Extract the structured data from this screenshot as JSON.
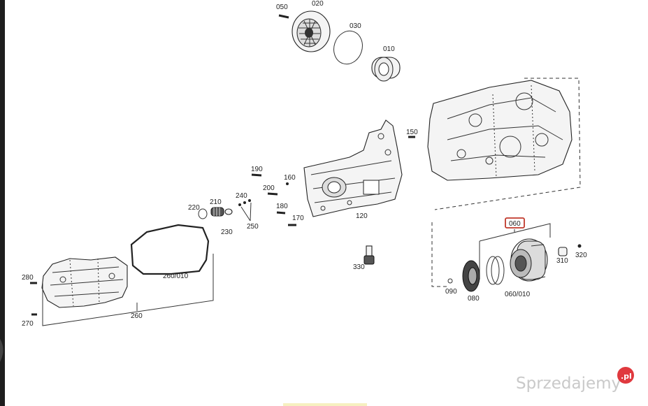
{
  "diagram": {
    "labels": {
      "p050": "050",
      "p020": "020",
      "p030": "030",
      "p010": "010",
      "p150": "150",
      "p190": "190",
      "p160": "160",
      "p200": "200",
      "p240": "240",
      "p210": "210",
      "p220": "220",
      "p230": "230",
      "p250": "250",
      "p180": "180",
      "p170": "170",
      "p120": "120",
      "p330": "330",
      "p280": "280",
      "p270": "270",
      "p260": "260",
      "p260_010": "260/010",
      "p060": "060",
      "p310": "310",
      "p320": "320",
      "p090": "090",
      "p080": "080",
      "p060_010": "060/010"
    },
    "highlight_color": "#c0392b"
  },
  "watermark": {
    "text": "Sprzedajemy",
    "badge": ".pl",
    "badge_color": "#e0393e"
  }
}
